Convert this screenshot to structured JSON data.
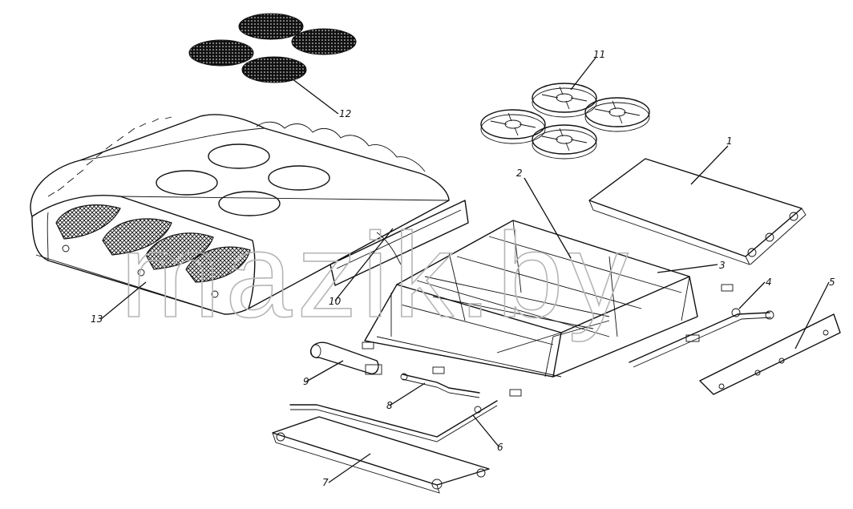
{
  "watermark": "mazik.by",
  "callouts": [
    "1",
    "2",
    "3",
    "4",
    "5",
    "6",
    "7",
    "8",
    "9",
    "10",
    "11",
    "12",
    "13"
  ]
}
